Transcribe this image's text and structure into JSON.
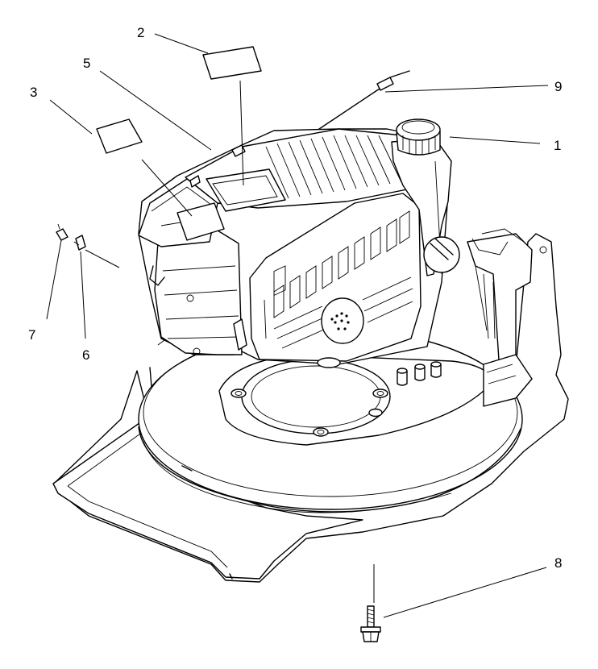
{
  "figure": {
    "callouts": [
      "1",
      "2",
      "3",
      "5",
      "6",
      "7",
      "8",
      "9"
    ],
    "callout_labels": {
      "c1": "1",
      "c2": "2",
      "c3": "3",
      "c5": "5",
      "c6": "6",
      "c7": "7",
      "c8": "8",
      "c9": "9"
    }
  }
}
